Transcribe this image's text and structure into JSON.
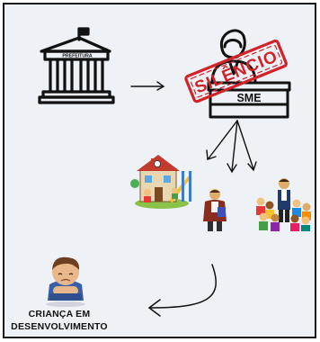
{
  "prefeitura": {
    "label": "PREFEITURA"
  },
  "sme": {
    "label": "SME",
    "stamp_text": "SILÊNCIO"
  },
  "child": {
    "caption_line1": "CRIANÇA EM",
    "caption_line2": "DESENVOLVIMENTO"
  },
  "colors": {
    "background": "#eef1f6",
    "border": "#1a1a1a",
    "icon_stroke": "#111111",
    "stamp_red": "#d2232a"
  },
  "icons": {
    "prefeitura": "city-hall-building-icon",
    "sme": "office-worker-desk-icon",
    "school": "school-playground-icon",
    "teacher": "teacher-icon",
    "students": "children-group-icon",
    "child": "sad-child-icon"
  }
}
